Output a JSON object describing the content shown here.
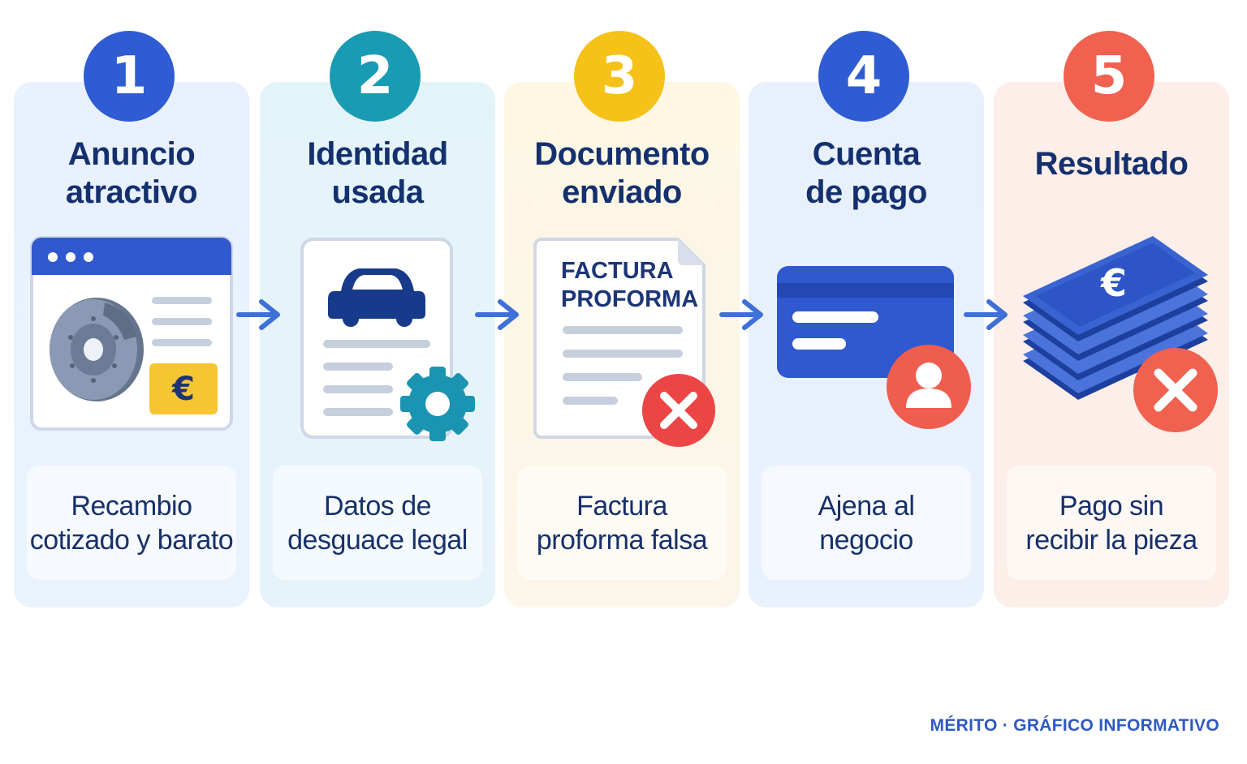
{
  "steps": [
    {
      "number": "1",
      "title": "Anuncio\natractivo",
      "description": "Recambio\ncotizado y barato",
      "color": "#2f5cd3"
    },
    {
      "number": "2",
      "title": "Identidad\nusada",
      "description": "Datos de\ndesguace legal",
      "color": "#1a9bb4"
    },
    {
      "number": "3",
      "title": "Documento\nenviado",
      "description": "Factura\nproforma falsa",
      "color": "#f6c219"
    },
    {
      "number": "4",
      "title": "Cuenta\nde pago",
      "description": "Ajena al\nnegocio",
      "color": "#2f5cd3"
    },
    {
      "number": "5",
      "title": "Resultado",
      "description": "Pago sin\nrecibir la pieza",
      "color": "#f0614f"
    }
  ],
  "illustrations": {
    "listing_price_symbol": "€",
    "invoice_line1": "FACTURA",
    "invoice_line2": "PROFORMA",
    "money_symbol": "€"
  },
  "icons": [
    "browser-listing-icon",
    "brake-disc-icon",
    "euro-tag-icon",
    "car-icon",
    "document-icon",
    "gear-icon",
    "invoice-icon",
    "error-x-icon",
    "bank-card-icon",
    "user-icon",
    "money-stack-icon",
    "arrow-right-icon"
  ],
  "accent_colors": {
    "blue": "#2f5cd3",
    "teal": "#1a9bb4",
    "yellow": "#f6c219",
    "red": "#f0614f",
    "arrow": "#3f6fd8"
  },
  "footer": {
    "text": "MÉRITO · GRÁFICO INFORMATIVO"
  }
}
